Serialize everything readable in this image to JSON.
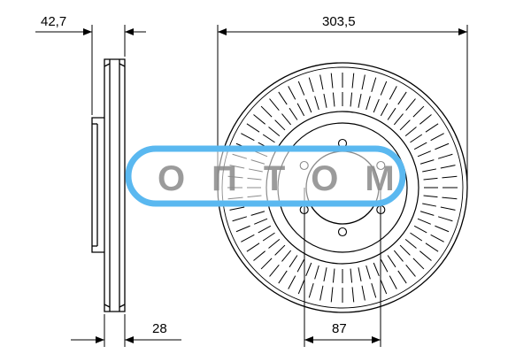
{
  "dimensions": {
    "hub_height": "42,7",
    "outer_diameter": "303,5",
    "thickness": "28",
    "bolt_circle": "87"
  },
  "watermark": {
    "text": "ОПТОМ",
    "border_color": "#5ab8f0",
    "text_color": "#8a8a8a"
  },
  "drawing": {
    "line_color": "#000000",
    "bolt_hole_count": 6,
    "vane_count": 64
  }
}
